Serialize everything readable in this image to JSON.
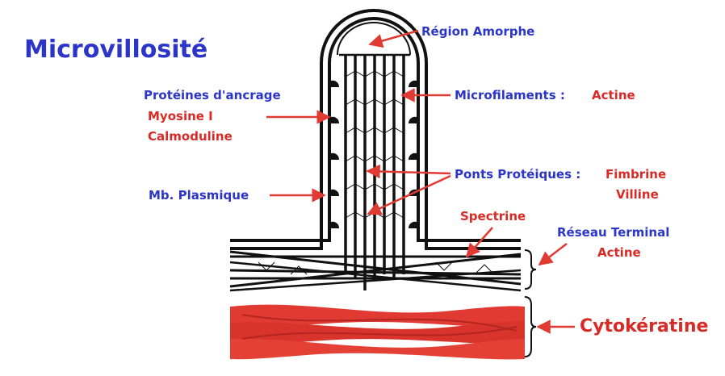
{
  "title": "Microvillosité",
  "labels": {
    "region_amorphe": "Région Amorphe",
    "proteines_ancrage": "Protéines d'ancrage",
    "myosine": "Myosine I",
    "calmoduline": "Calmoduline",
    "microfilaments": "Microfilaments :",
    "actine_1": "Actine",
    "ponts": "Ponts Protéiques :",
    "fimbrine": "Fimbrine",
    "villine": "Villine",
    "mb_plasmique": "Mb. Plasmique",
    "spectrine": "Spectrine",
    "reseau_terminal": "Réseau Terminal",
    "actine_2": "Actine",
    "cytokeratine": "Cytokératine"
  },
  "colors": {
    "blue_text": "#2b35c9",
    "red_text": "#d92a26",
    "membrane": "#111111",
    "cytokeratin": "#e03a32"
  }
}
